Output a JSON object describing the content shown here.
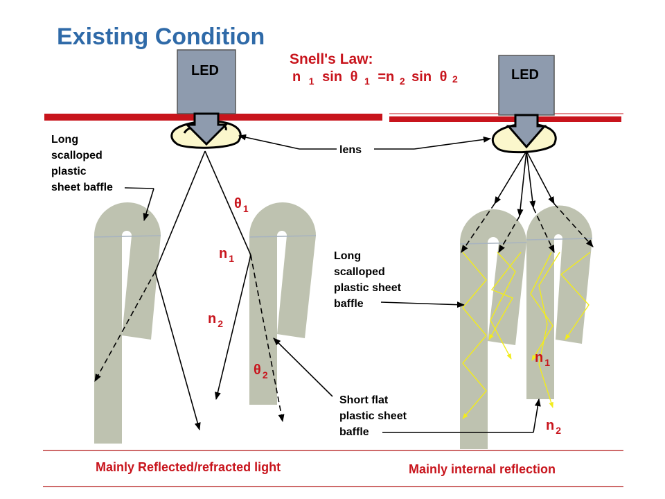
{
  "slide": {
    "title": "Existing Condition",
    "colors": {
      "title": "#2F6AA8",
      "red": "#C8141C",
      "baffle": "#BEC2B0",
      "baffle_edge": "#A7B3C0",
      "led_fill": "#8E9BAE",
      "lens_fill": "#FBF7CC",
      "yellow_ray": "#F2EC1C",
      "dark_line": "#B01010"
    }
  },
  "snell": {
    "heading": "Snell's Law:",
    "n": "n",
    "sub1": "1",
    "sin": "sin",
    "theta": "θ",
    "eq": "=n",
    "sub2": "2"
  },
  "left": {
    "led_label": "LED",
    "baffle_label": [
      "Long",
      "scalloped",
      "plastic",
      "sheet baffle"
    ],
    "theta1": "θ",
    "theta1_sub": "1",
    "n1": "n",
    "n1_sub": "1",
    "n2": "n",
    "n2_sub": "2",
    "theta2": "θ",
    "theta2_sub": "2",
    "caption": "Mainly Reflected/refracted light"
  },
  "middle": {
    "lens_label": "lens",
    "long_label": [
      "Long",
      "scalloped",
      "plastic sheet",
      "baffle"
    ],
    "short_label": [
      "Short flat",
      "plastic sheet",
      "baffle"
    ]
  },
  "right": {
    "led_label": "LED",
    "n1": "n",
    "n1_sub": "1",
    "n2": "n",
    "n2_sub": "2",
    "caption": "Mainly internal reflection"
  }
}
